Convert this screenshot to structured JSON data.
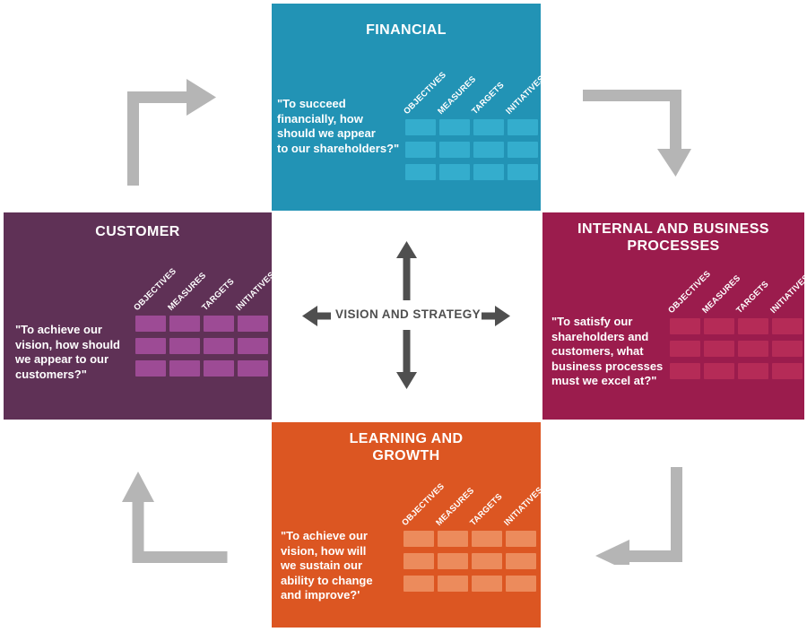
{
  "diagram": {
    "center": {
      "label": "VISION AND STRATEGY"
    },
    "table_headers": [
      "OBJECTIVES",
      "MEASURES",
      "TARGETS",
      "INITIATIVES"
    ],
    "table": {
      "rows": 3,
      "columns": 4
    },
    "quadrants": [
      {
        "id": "financial",
        "title": "FINANCIAL",
        "quote": "\"To succeed\nfinancially, how\nshould we appear\nto our shareholders?\"",
        "bg": "#2293B5",
        "cell": "#34ADCD"
      },
      {
        "id": "customer",
        "title": "CUSTOMER",
        "quote": "\"To achieve our\nvision, how should\nwe appear to our\ncustomers?\"",
        "bg": "#5F3156",
        "cell": "#9D4B95"
      },
      {
        "id": "internal",
        "title": "INTERNAL AND BUSINESS\nPROCESSES",
        "quote": "\"To satisfy our\nshareholders and\ncustomers, what\nbusiness processes\nmust we excel at?\"",
        "bg": "#9B1C4D",
        "cell": "#B52B57"
      },
      {
        "id": "learning",
        "title": "LEARNING AND\nGROWTH",
        "quote": "\"To achieve our\nvision, how will\nwe sustain our\nability to change\nand improve?'",
        "bg": "#DC5622",
        "cell": "#EC8B5C"
      }
    ],
    "colors": {
      "corner_arrow": "#B5B5B5",
      "center_arrow": "#4F4F4F",
      "center_text": "#4F4F4F",
      "background": "#FFFFFF",
      "text": "#FFFFFF"
    }
  }
}
